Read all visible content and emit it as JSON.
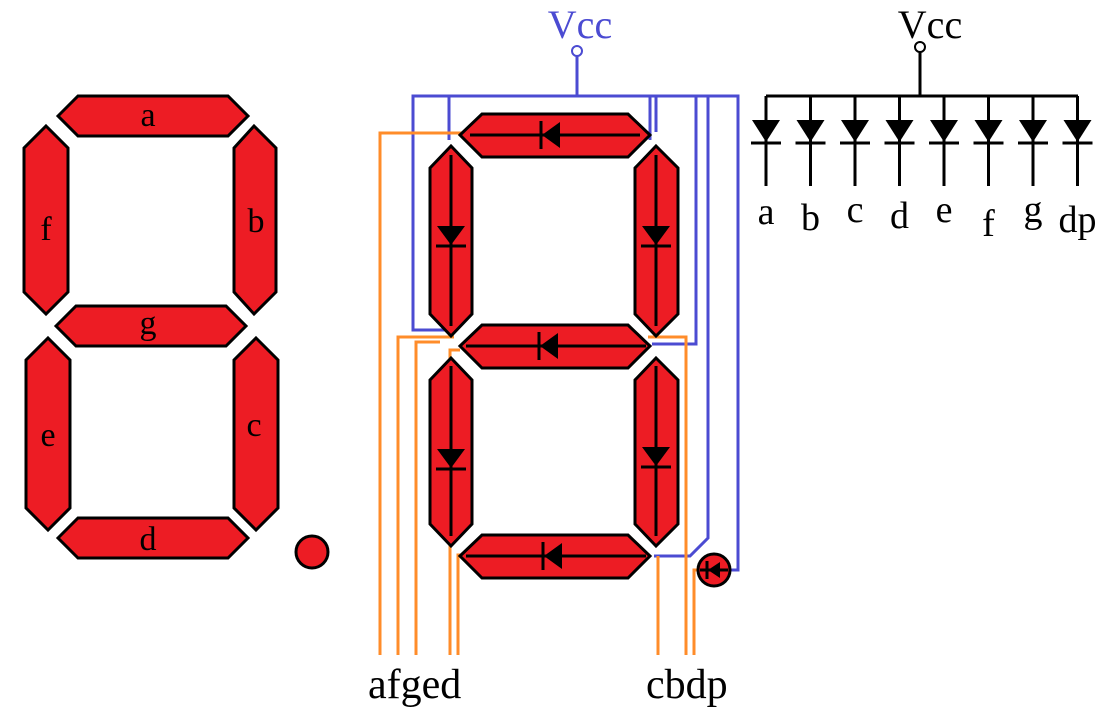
{
  "colors": {
    "segment_fill": "#ed1c24",
    "segment_stroke": "#000000",
    "vcc_blue": "#4b4bd2",
    "pin_orange": "#ff8c2a",
    "vcc_right": "#000000"
  },
  "left_display": {
    "segments": {
      "a": "a",
      "b": "b",
      "c": "c",
      "d": "d",
      "e": "e",
      "f": "f",
      "g": "g"
    }
  },
  "middle_schematic": {
    "vcc_label": "Vcc",
    "pin_labels_left": "afged",
    "pin_labels_right": "cbdp"
  },
  "right_schematic": {
    "vcc_label": "Vcc",
    "diode_labels": [
      "a",
      "b",
      "c",
      "d",
      "e",
      "f",
      "g",
      "dp"
    ]
  }
}
